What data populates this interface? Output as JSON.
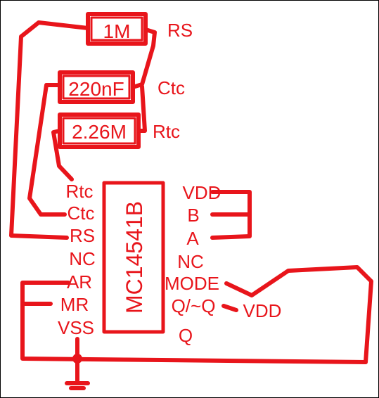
{
  "colors": {
    "ink": "#e8151b",
    "background": "#ffffff"
  },
  "components": {
    "r_s_value": "1M",
    "c_tc_value": "220nF",
    "r_tc_value": "2.26M",
    "chip_name": "MC14541B"
  },
  "net_labels": {
    "rs": "RS",
    "ctc": "Ctc",
    "rtc": "Rtc"
  },
  "chip_pins_left": [
    "Rtc",
    "Ctc",
    "RS",
    "NC",
    "AR",
    "MR",
    "VSS"
  ],
  "chip_pins_right": [
    "VDD",
    "B",
    "A",
    "NC",
    "MODE",
    "Q/~Q",
    "Q"
  ],
  "vdd_label": "VDD",
  "symbols": {
    "ground": "ground-icon",
    "junction": "junction-dot-icon"
  }
}
